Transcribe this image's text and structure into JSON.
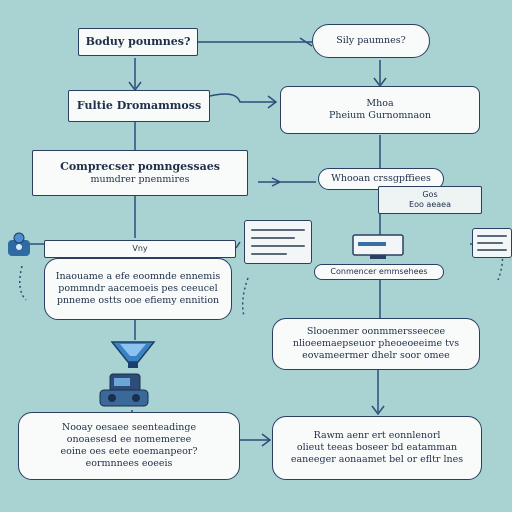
{
  "nodes": {
    "top_left": {
      "label": "Boduy poumnes?"
    },
    "top_right": {
      "label": "Sily paumnes?"
    },
    "left_2": {
      "label": "Fultie Dromammoss"
    },
    "right_2": {
      "line1": "Mhoa",
      "line2": "Pheium Gurnomnaon"
    },
    "left_3": {
      "line1": "Comprecser pomngessaes",
      "line2": "mumdrer pnenmires"
    },
    "right_3": {
      "label": "Whooan crssgpffiees"
    },
    "left_header": {
      "label": "Vny"
    },
    "left_body": {
      "line1": "Inaouame a efe eoomnde ennemis",
      "line2": "pommndr aacemoeis pes ceeucel",
      "line3": "pnneme ostts ooe efiemy ennition"
    },
    "mid_caption": {
      "label": "Conmencer emmsehees"
    },
    "right_mid": {
      "line1": "Slooenmer oonmmersseecee",
      "line2": "nlioeemaepseuor pheoeoeeime tvs",
      "line3": "eovameermer dhelr soor omee"
    },
    "bottom_left": {
      "line1": "Nooay oesaee seenteadinge",
      "line2": "onoaesesd ee nomemeree",
      "line3": "eoine oes eete eoemanpeor?",
      "line4": "eormnnees eoeeis"
    },
    "bottom_right": {
      "line1": "Rawm aenr ert eonnlenorl",
      "line2": "olieut teeas boseer bd eatamman",
      "line3": "eaneeger aonaamet bel or efltr lnes"
    }
  },
  "chips": {
    "right_chip_a": "Gos",
    "right_chip_b": "Eoo aeaea"
  },
  "icons": [
    "person-icon",
    "funnel-icon",
    "machine-icon",
    "monitor-icon"
  ]
}
